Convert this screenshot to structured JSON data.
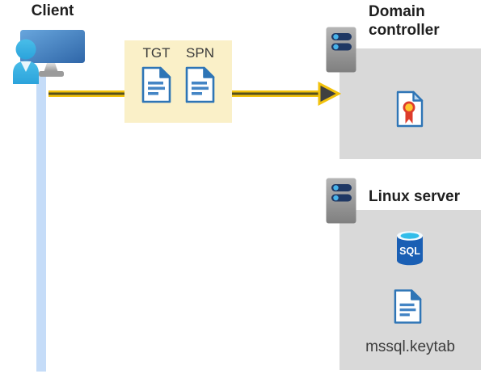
{
  "client": {
    "label": "Client"
  },
  "tickets": {
    "items": [
      {
        "label": "TGT"
      },
      {
        "label": "SPN"
      }
    ]
  },
  "domain_controller": {
    "label": "Domain controller"
  },
  "linux_server": {
    "label": "Linux server",
    "database_label": "SQL",
    "keytab_file": "mssql.keytab"
  },
  "icons": {
    "client": "client-computer-with-user-icon",
    "tickets": "document-icon",
    "domain_controller": [
      "server-icon",
      "certificate-icon"
    ],
    "linux_server": [
      "server-icon",
      "sql-database-icon",
      "document-icon"
    ]
  },
  "colors": {
    "highlight_box": "#FAF0C8",
    "arrow_yellow": "#F2C20D",
    "arrow_dark": "#404040",
    "panel_gray": "#D9D9D9",
    "connector_blue": "#C5DCF8",
    "document_blue": "#2E75B6",
    "server_slot_navy": "#1F3864",
    "database_blue": "#1A5FB4",
    "person_cyan": "#3CB4E5"
  }
}
